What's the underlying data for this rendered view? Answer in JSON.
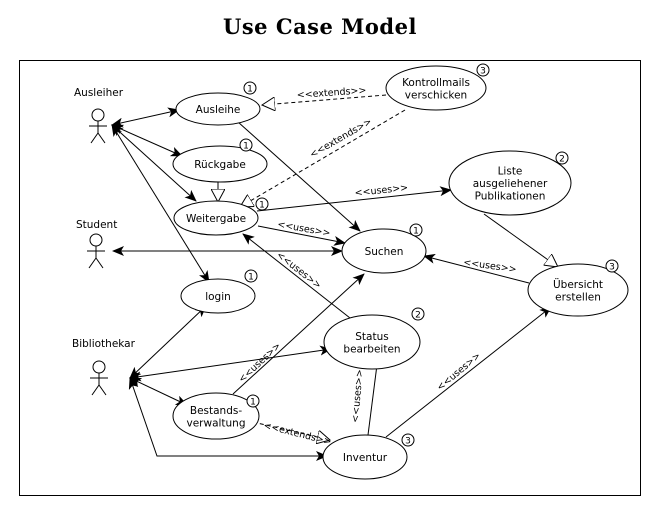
{
  "title": "Use Case Model",
  "actors": [
    {
      "id": "ausleiher",
      "label": "Ausleiher"
    },
    {
      "id": "student",
      "label": "Student"
    },
    {
      "id": "bibliothekar",
      "label": "Bibliothekar"
    }
  ],
  "use_cases": [
    {
      "id": "ausleihe",
      "lines": [
        "Ausleihe"
      ],
      "priority": "1"
    },
    {
      "id": "kontrollmails",
      "lines": [
        "Kontrollmails",
        "verschicken"
      ],
      "priority": "3"
    },
    {
      "id": "rueckgabe",
      "lines": [
        "Rückgabe"
      ],
      "priority": "1"
    },
    {
      "id": "weitergabe",
      "lines": [
        "Weitergabe"
      ],
      "priority": "1"
    },
    {
      "id": "liste",
      "lines": [
        "Liste",
        "ausgeliehener",
        "Publikationen"
      ],
      "priority": "2"
    },
    {
      "id": "suchen",
      "lines": [
        "Suchen"
      ],
      "priority": "1"
    },
    {
      "id": "login",
      "lines": [
        "login"
      ],
      "priority": "1"
    },
    {
      "id": "uebersicht",
      "lines": [
        "Übersicht",
        "erstellen"
      ],
      "priority": "3"
    },
    {
      "id": "status",
      "lines": [
        "Status",
        "bearbeiten"
      ],
      "priority": "2"
    },
    {
      "id": "bestand",
      "lines": [
        "Bestands-",
        "verwaltung"
      ],
      "priority": "1"
    },
    {
      "id": "inventur",
      "lines": [
        "Inventur"
      ],
      "priority": "3"
    }
  ],
  "relations": [
    {
      "from": "ausleiher",
      "to": "ausleihe",
      "type": "association",
      "label": ""
    },
    {
      "from": "ausleiher",
      "to": "rueckgabe",
      "type": "association",
      "label": ""
    },
    {
      "from": "ausleiher",
      "to": "weitergabe",
      "type": "association",
      "label": ""
    },
    {
      "from": "ausleiher",
      "to": "login",
      "type": "association",
      "label": ""
    },
    {
      "from": "kontrollmails",
      "to": "ausleihe",
      "type": "extends",
      "label": "<<extends>>"
    },
    {
      "from": "kontrollmails",
      "to": "weitergabe",
      "type": "extends",
      "label": "<<extends>>"
    },
    {
      "from": "rueckgabe",
      "to": "weitergabe",
      "type": "generalization",
      "label": ""
    },
    {
      "from": "ausleihe",
      "to": "suchen",
      "type": "uses",
      "label": ""
    },
    {
      "from": "weitergabe",
      "to": "liste",
      "type": "uses",
      "label": "<<uses>>"
    },
    {
      "from": "weitergabe",
      "to": "suchen",
      "type": "uses",
      "label": "<<uses>>"
    },
    {
      "from": "suchen",
      "to": "student",
      "type": "association",
      "label": ""
    },
    {
      "from": "status",
      "to": "weitergabe",
      "type": "uses",
      "label": "<<uses>>"
    },
    {
      "from": "liste",
      "to": "uebersicht",
      "type": "generalization",
      "label": ""
    },
    {
      "from": "uebersicht",
      "to": "suchen",
      "type": "uses",
      "label": "<<uses>>"
    },
    {
      "from": "bibliothekar",
      "to": "login",
      "type": "association",
      "label": ""
    },
    {
      "from": "bibliothekar",
      "to": "status",
      "type": "association",
      "label": ""
    },
    {
      "from": "bibliothekar",
      "to": "bestand",
      "type": "association",
      "label": ""
    },
    {
      "from": "bibliothekar",
      "to": "inventur",
      "type": "association",
      "label": ""
    },
    {
      "from": "bestand",
      "to": "suchen",
      "type": "uses",
      "label": "<<uses>>"
    },
    {
      "from": "bestand",
      "to": "inventur",
      "type": "extends",
      "label": "<<extends>>"
    },
    {
      "from": "inventur",
      "to": "status",
      "type": "uses",
      "label": "<<uses>>"
    },
    {
      "from": "inventur",
      "to": "uebersicht",
      "type": "uses",
      "label": "<<uses>>"
    }
  ]
}
